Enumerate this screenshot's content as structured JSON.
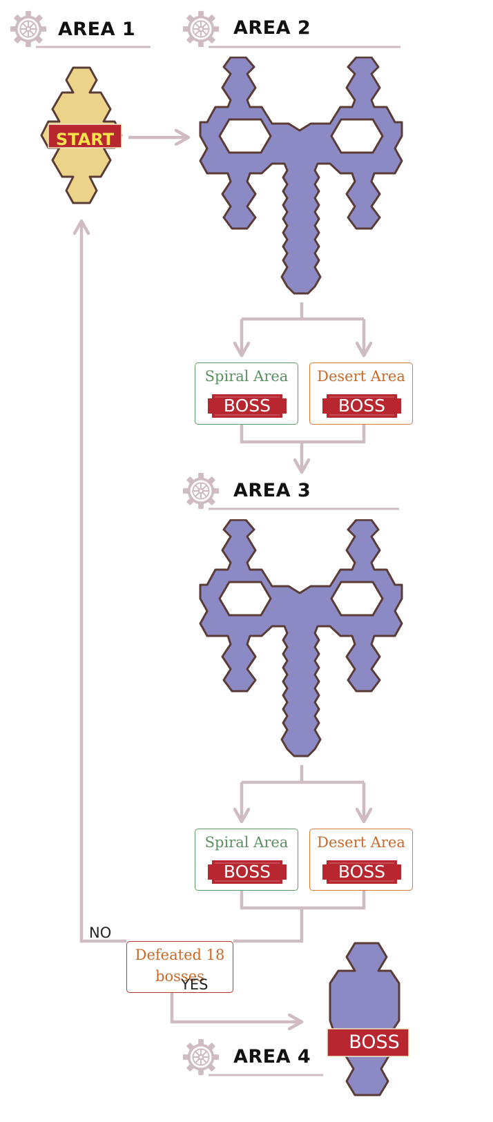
{
  "areas": {
    "area1": "AREA 1",
    "area2": "AREA 2",
    "area3": "AREA 3",
    "area4": "AREA 4"
  },
  "start_label": "START",
  "boss_rows": [
    {
      "spiral": {
        "subtitle": "Spiral Area",
        "label": "BOSS"
      },
      "desert": {
        "subtitle": "Desert Area",
        "label": "BOSS"
      }
    },
    {
      "spiral": {
        "subtitle": "Spiral Area",
        "label": "BOSS"
      },
      "desert": {
        "subtitle": "Desert Area",
        "label": "BOSS"
      }
    }
  ],
  "decision": {
    "line1": "Defeated 18",
    "line2": "bosses",
    "no_label": "NO",
    "yes_label": "YES"
  },
  "final_boss_label": "BOSS",
  "colors": {
    "connector": "#cfbcc2",
    "region_fill": "#8c8ac4",
    "region_outline": "#5a3b35",
    "start_fill": "#ecd38a",
    "boss_red": "#b8262f",
    "spiral_green": "#5e9a63",
    "desert_orange": "#d8793a",
    "gear": "#cfbcc2"
  }
}
